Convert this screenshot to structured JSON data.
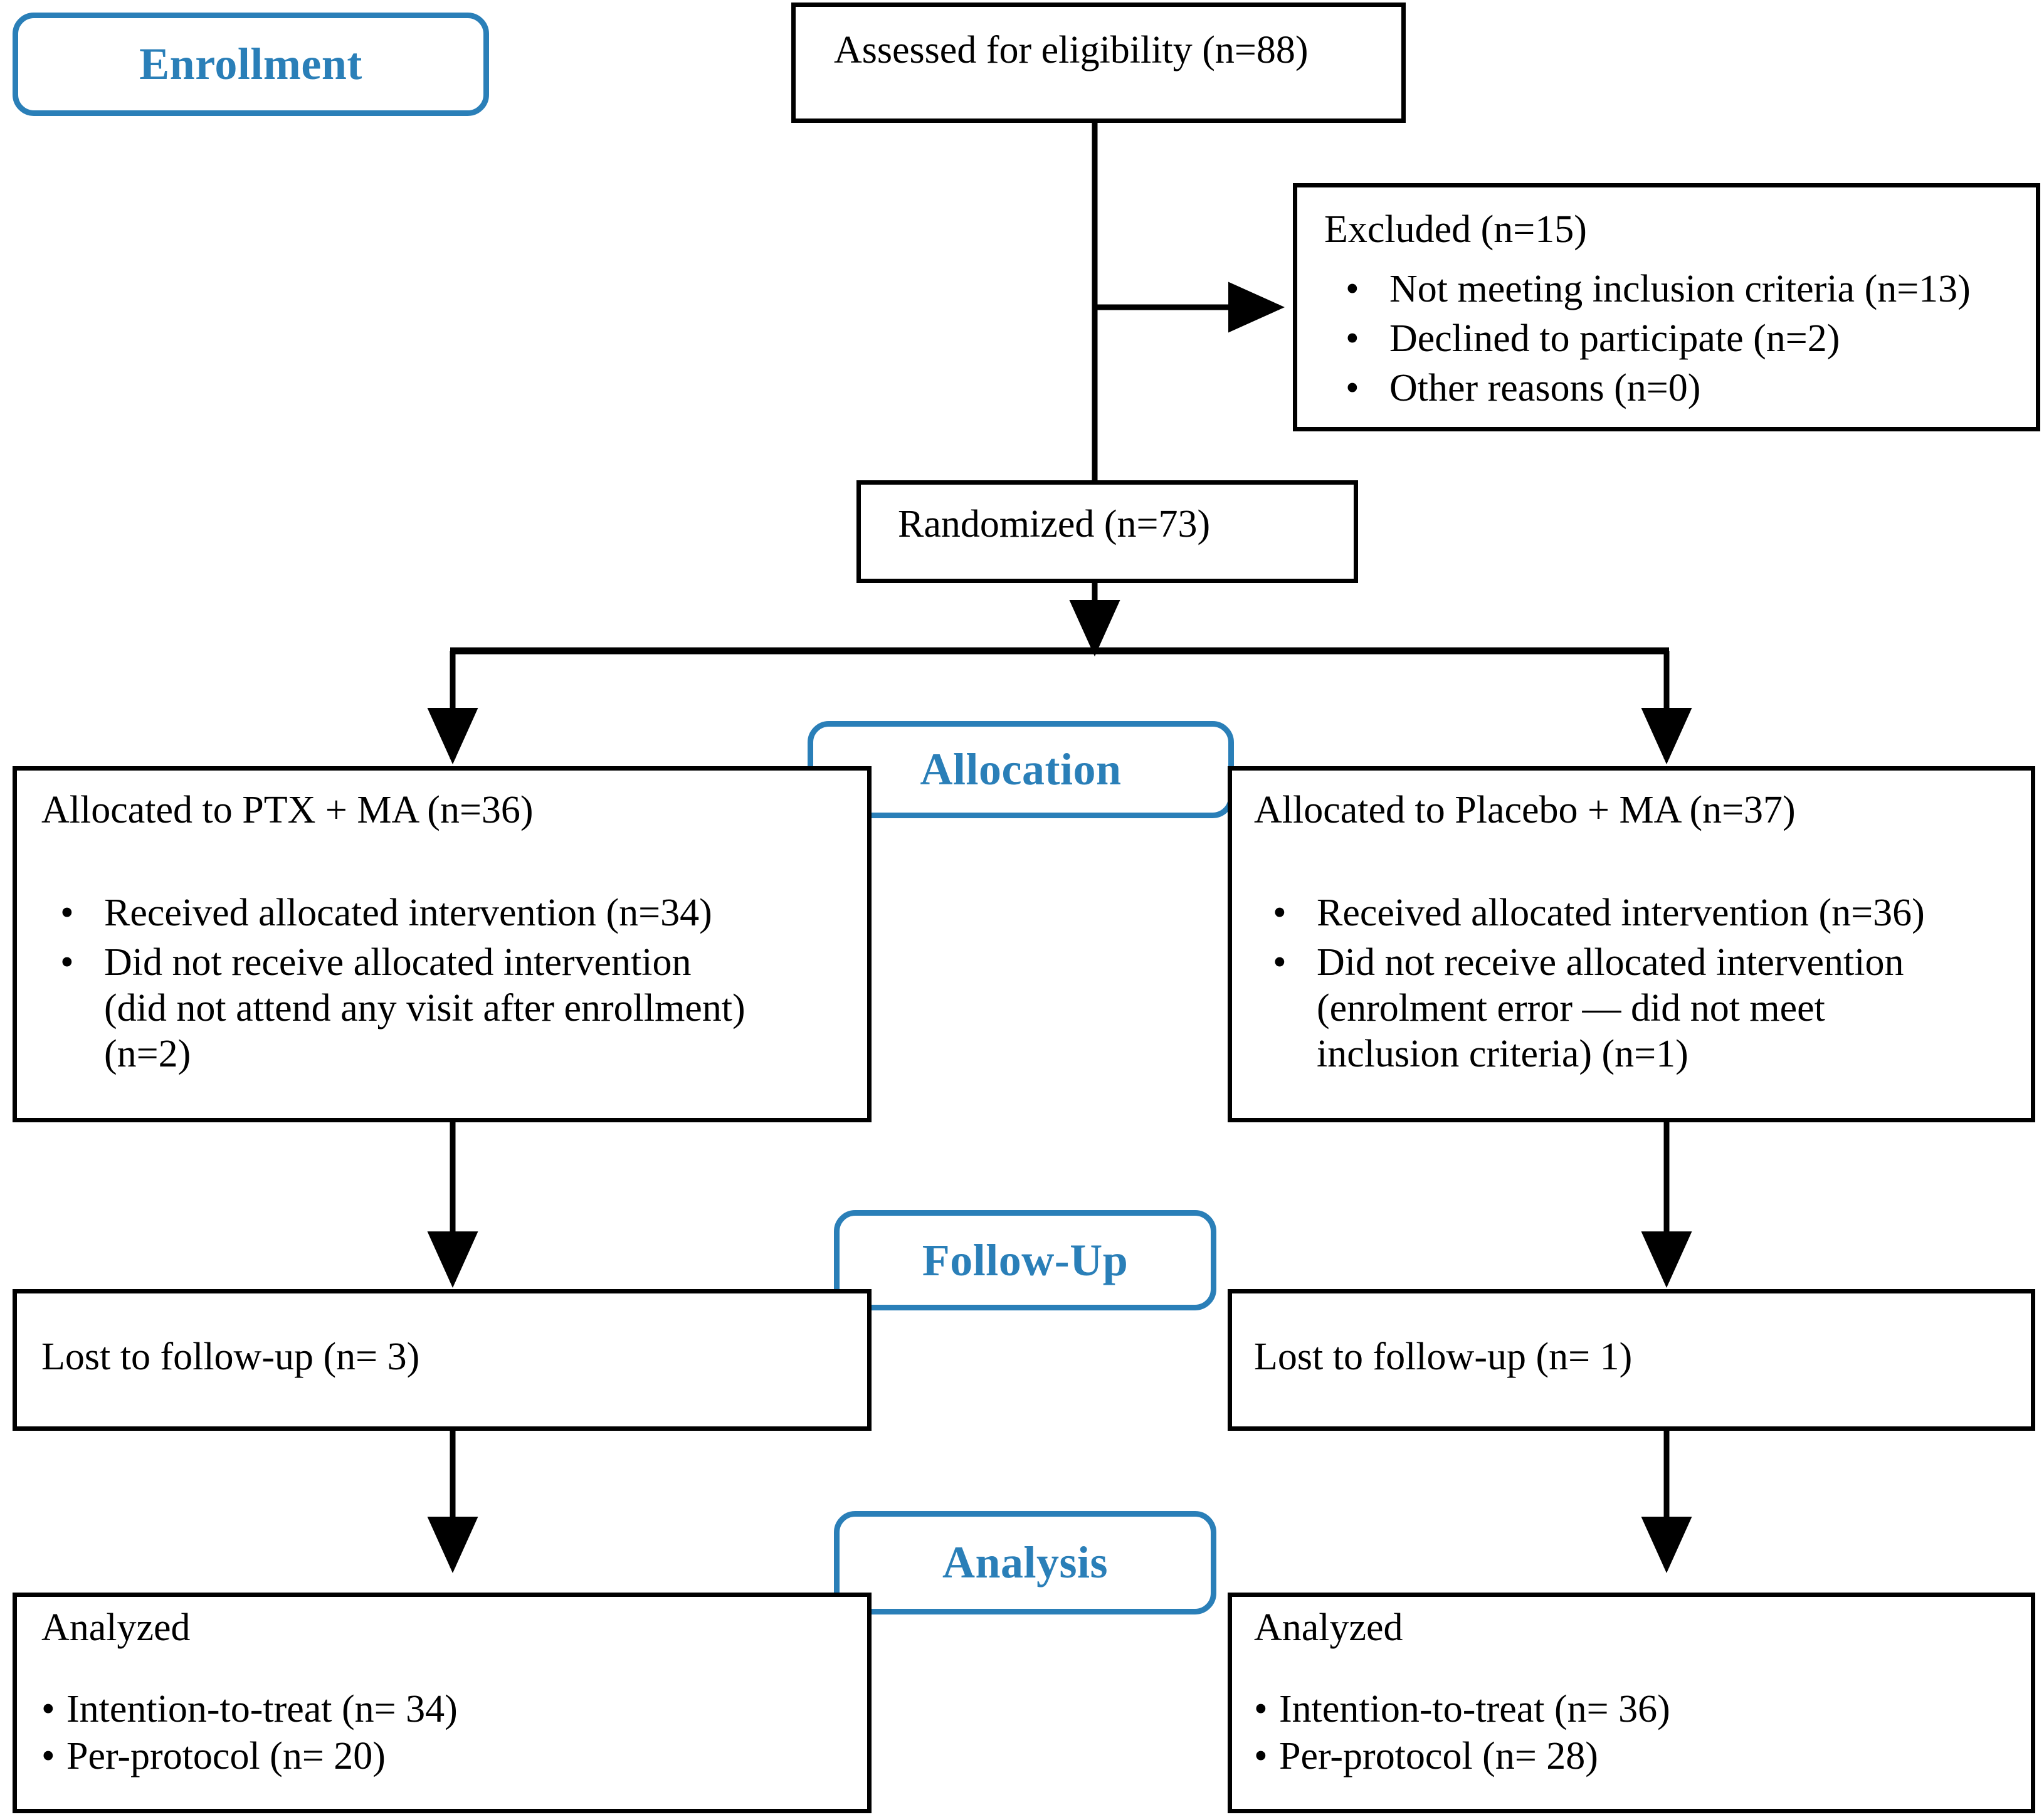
{
  "diagram": {
    "type": "consort-flow-diagram",
    "accent_color": "#2a7fb8",
    "line_color": "#000000",
    "background": "#ffffff"
  },
  "stages": {
    "enrollment": "Enrollment",
    "allocation": "Allocation",
    "followup": "Follow-Up",
    "analysis": "Analysis"
  },
  "nodes": {
    "assessed": {
      "text": "Assessed for eligibility (n=88)"
    },
    "excluded": {
      "title": "Excluded (n=15)",
      "items": [
        "Not meeting inclusion criteria (n=13)",
        "Declined to participate (n=2)",
        "Other reasons (n=0)"
      ]
    },
    "randomized": {
      "text": "Randomized (n=73)"
    },
    "alloc_left": {
      "title": "Allocated to PTX + MA (n=36)",
      "items": [
        "Received allocated intervention (n=34)",
        "Did not receive allocated intervention\n(did not attend any visit after enrollment)\n(n=2)"
      ]
    },
    "alloc_right": {
      "title": "Allocated to Placebo + MA (n=37)",
      "items": [
        "Received allocated intervention (n=36)",
        "Did not receive allocated intervention\n(enrolment error — did not meet\ninclusion criteria) (n=1)"
      ]
    },
    "followup_left": {
      "text": "Lost to follow-up (n= 3)"
    },
    "followup_right": {
      "text": "Lost to follow-up (n= 1)"
    },
    "analysis_left": {
      "title": "Analyzed",
      "items": [
        "Intention-to-treat (n= 34)",
        "Per-protocol (n= 20)"
      ]
    },
    "analysis_right": {
      "title": "Analyzed",
      "items": [
        "Intention-to-treat (n= 36)",
        "Per-protocol (n= 28)"
      ]
    }
  }
}
